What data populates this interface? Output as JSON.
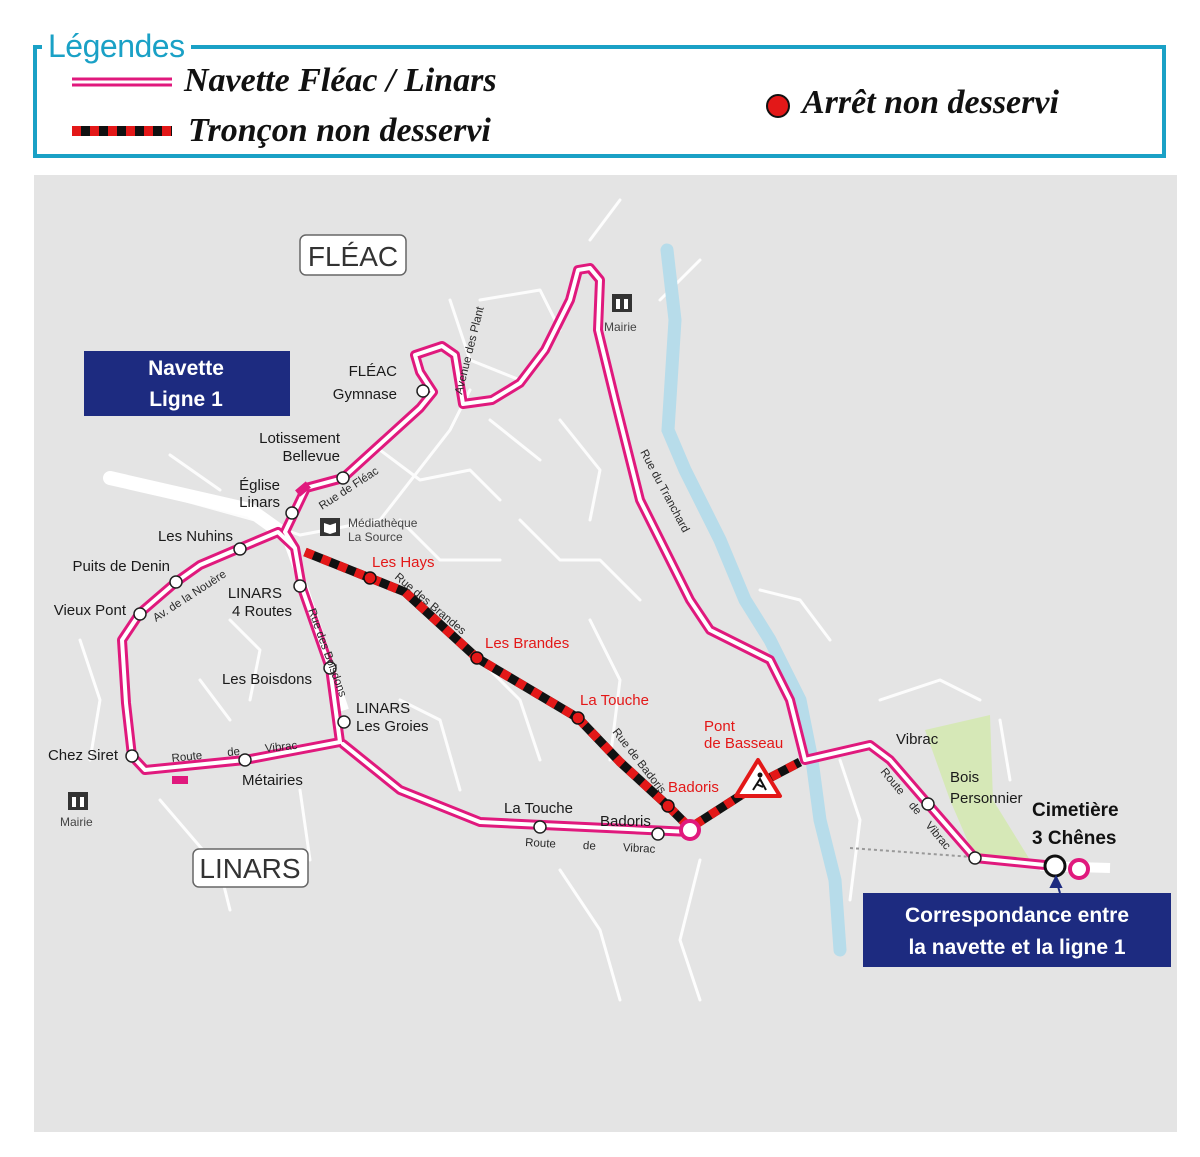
{
  "legend": {
    "title": "Légendes",
    "navette": "Navette Fléac / Linars",
    "troncon": "Tronçon non desservi",
    "arret": "Arrêt non desservi"
  },
  "colors": {
    "route": "#e0197d",
    "closed": "#e31818",
    "legend_border": "#1aa1c6",
    "box": "#1d2b80",
    "map_bg": "#e4e4e4"
  },
  "towns": {
    "fleac": "FLÉAC",
    "linars": "LINARS"
  },
  "boxes": {
    "navette_line1": [
      "Navette",
      "Ligne 1"
    ],
    "correspondance": [
      "Correspondance entre",
      "la navette et la ligne 1"
    ]
  },
  "stops": {
    "fleac_gymnase": [
      "FLÉAC",
      "Gymnase"
    ],
    "lotissement_bellevue": [
      "Lotissement",
      "Bellevue"
    ],
    "eglise_linars": [
      "Église",
      "Linars"
    ],
    "les_nuhins": "Les Nuhins",
    "puits_de_denin": "Puits de Denin",
    "vieux_pont": "Vieux Pont",
    "linars_4_routes": [
      "LINARS",
      "4 Routes"
    ],
    "les_boisdons": "Les Boisdons",
    "linars_les_groies": [
      "LINARS",
      "Les Groies"
    ],
    "chez_siret": "Chez Siret",
    "metairies": "Métairies",
    "la_touche_south": "La Touche",
    "badoris_south": "Badoris",
    "vibrac": "Vibrac",
    "bois_personnier": [
      "Bois",
      "Personnier"
    ],
    "cimetiere_3_chenes": [
      "Cimetière",
      "3 Chênes"
    ]
  },
  "closed_stops": {
    "les_hays": "Les Hays",
    "les_brandes": "Les Brandes",
    "la_touche": "La Touche",
    "badoris": "Badoris",
    "pont_de_basseau": [
      "Pont",
      "de Basseau"
    ]
  },
  "pois": {
    "mairie_fleac": "Mairie",
    "mairie_linars": "Mairie",
    "mediatheque": [
      "Médiathèque",
      "La Source"
    ]
  },
  "streets": {
    "avenue_des_plants": "Avenue des Plant",
    "rue_de_fleac": "Rue de Fléac",
    "rue_du_tranchard": "Rue du Tranchard",
    "av_de_la_nouere": "Av. de la Nouère",
    "rue_des_brandes": "Rue des Brandes",
    "rue_des_boisdons": "Rue des Boisdons",
    "rue_de_badoris": "Rue de Badoris",
    "route_de_vibrac_west": "Route de Vibrac",
    "route_de_vibrac_south": "Route de Vibrac",
    "route_de_vibrac_east": "Route de Vibrac"
  }
}
